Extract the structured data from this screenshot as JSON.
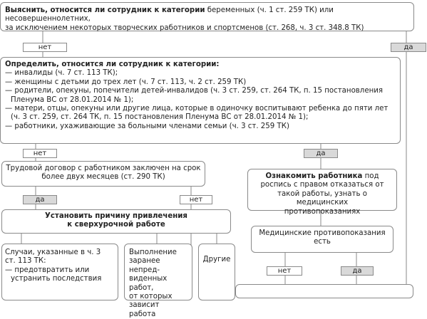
{
  "box_start": {
    "bold": "Выяснить, относится ли сотрудник к категории",
    "rest": " беременных (ч. 1 ст. 259 ТК) или несовершеннолетних,",
    "line2": "за исключением некоторых творческих работников и спортсменов (ст. 268, ч. 3 ст. 348.8 ТК)"
  },
  "box_categories": {
    "title": "Определить, относится ли сотрудник к категории:",
    "items": [
      "— инвалиды  (ч. 7 ст. 113 ТК);",
      "— женщины с детьми до трех лет (ч. 7 ст. 113, ч. 2 ст. 259 ТК)",
      "— родители, опекуны, попечители детей-инвалидов (ч. 3 ст. 259, ст. 264 ТК, п. 15 постановления",
      "   Пленума ВС от 28.01.2014 № 1);",
      "— матери, отцы, опекуны или другие лица, которые в одиночку воспитывают ребенка до пяти лет",
      "   (ч. 3 ст. 259, ст. 264 ТК, п. 15 постановления Пленума ВС от 28.01.2014 № 1);",
      "— работники, ухаживающие за больными членами семьи (ч. 3 ст. 259 ТК)"
    ]
  },
  "box_contract": {
    "line1": "Трудовой договор с работником заключен на срок",
    "line2": "более двух месяцев (ст. 290 ТК)"
  },
  "box_notify": {
    "bold": "Ознакомить работника",
    "line1_rest": " под",
    "line2": "роспись с правом отказаться от",
    "line3": "такой работы, узнать о медицинских",
    "line4": "противопоказаниях"
  },
  "box_reason": {
    "line1": "Установить причину привлечения",
    "line2": "к сверхурочной работе"
  },
  "box_medical": {
    "line1": "Медицинские противопоказания",
    "line2": "есть"
  },
  "box_cases": {
    "lines": [
      "Случаи, указанные в ч. 3",
      "ст. 113 ТК:",
      "— предотвратить или",
      "   устранить последствия"
    ]
  },
  "box_unforeseen": {
    "lines": [
      "Выполнение",
      "заранее непред-",
      "виденных работ,",
      "от которых",
      "зависит работа"
    ]
  },
  "box_other": {
    "label": "Другие"
  },
  "tags": {
    "no1": "нет",
    "yes1": "да",
    "no2": "нет",
    "yes2": "да",
    "yes3": "да",
    "no3": "нет",
    "no4": "нет",
    "yes4": "да"
  }
}
